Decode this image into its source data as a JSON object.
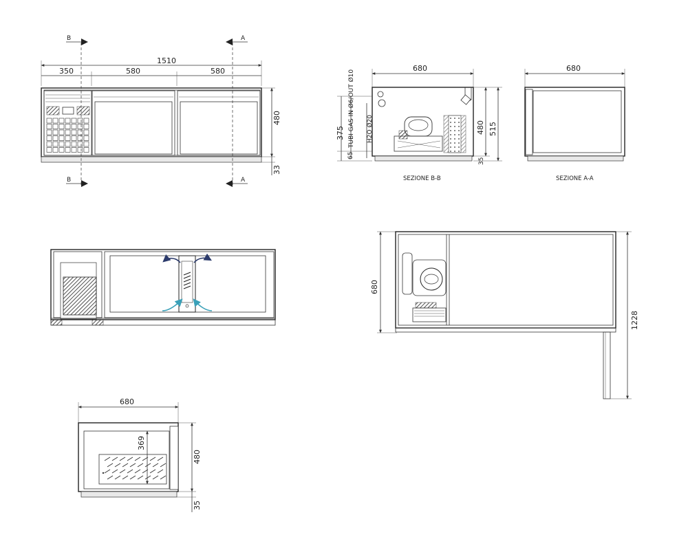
{
  "front_view": {
    "section_b_top": "B",
    "section_a_top": "A",
    "section_b_bottom": "B",
    "section_a_bottom": "A",
    "overall_width": "1510",
    "segment_1": "350",
    "segment_2": "580",
    "segment_3": "580",
    "height": "480",
    "base_height": "33"
  },
  "section_bb": {
    "width": "680",
    "caption": "SEZIONE B-B",
    "tube_label": "TUBI GAS IN Ø6/OUT Ø10",
    "h2o_label": "H2O Ø20",
    "dim_375": "375",
    "dim_65": "65",
    "inner_height": "480",
    "total_height": "515",
    "base": "35"
  },
  "section_aa": {
    "width": "680",
    "caption": "SEZIONE A-A"
  },
  "top_view": {
    "depth": "680",
    "total_height": "1228"
  },
  "drawer_view": {
    "width": "680",
    "inner_height": "369",
    "height": "480",
    "base": "35"
  },
  "colors": {
    "airflow_dark": "#2b3a6b",
    "airflow_light": "#3aa0b8",
    "line": "#333333"
  }
}
